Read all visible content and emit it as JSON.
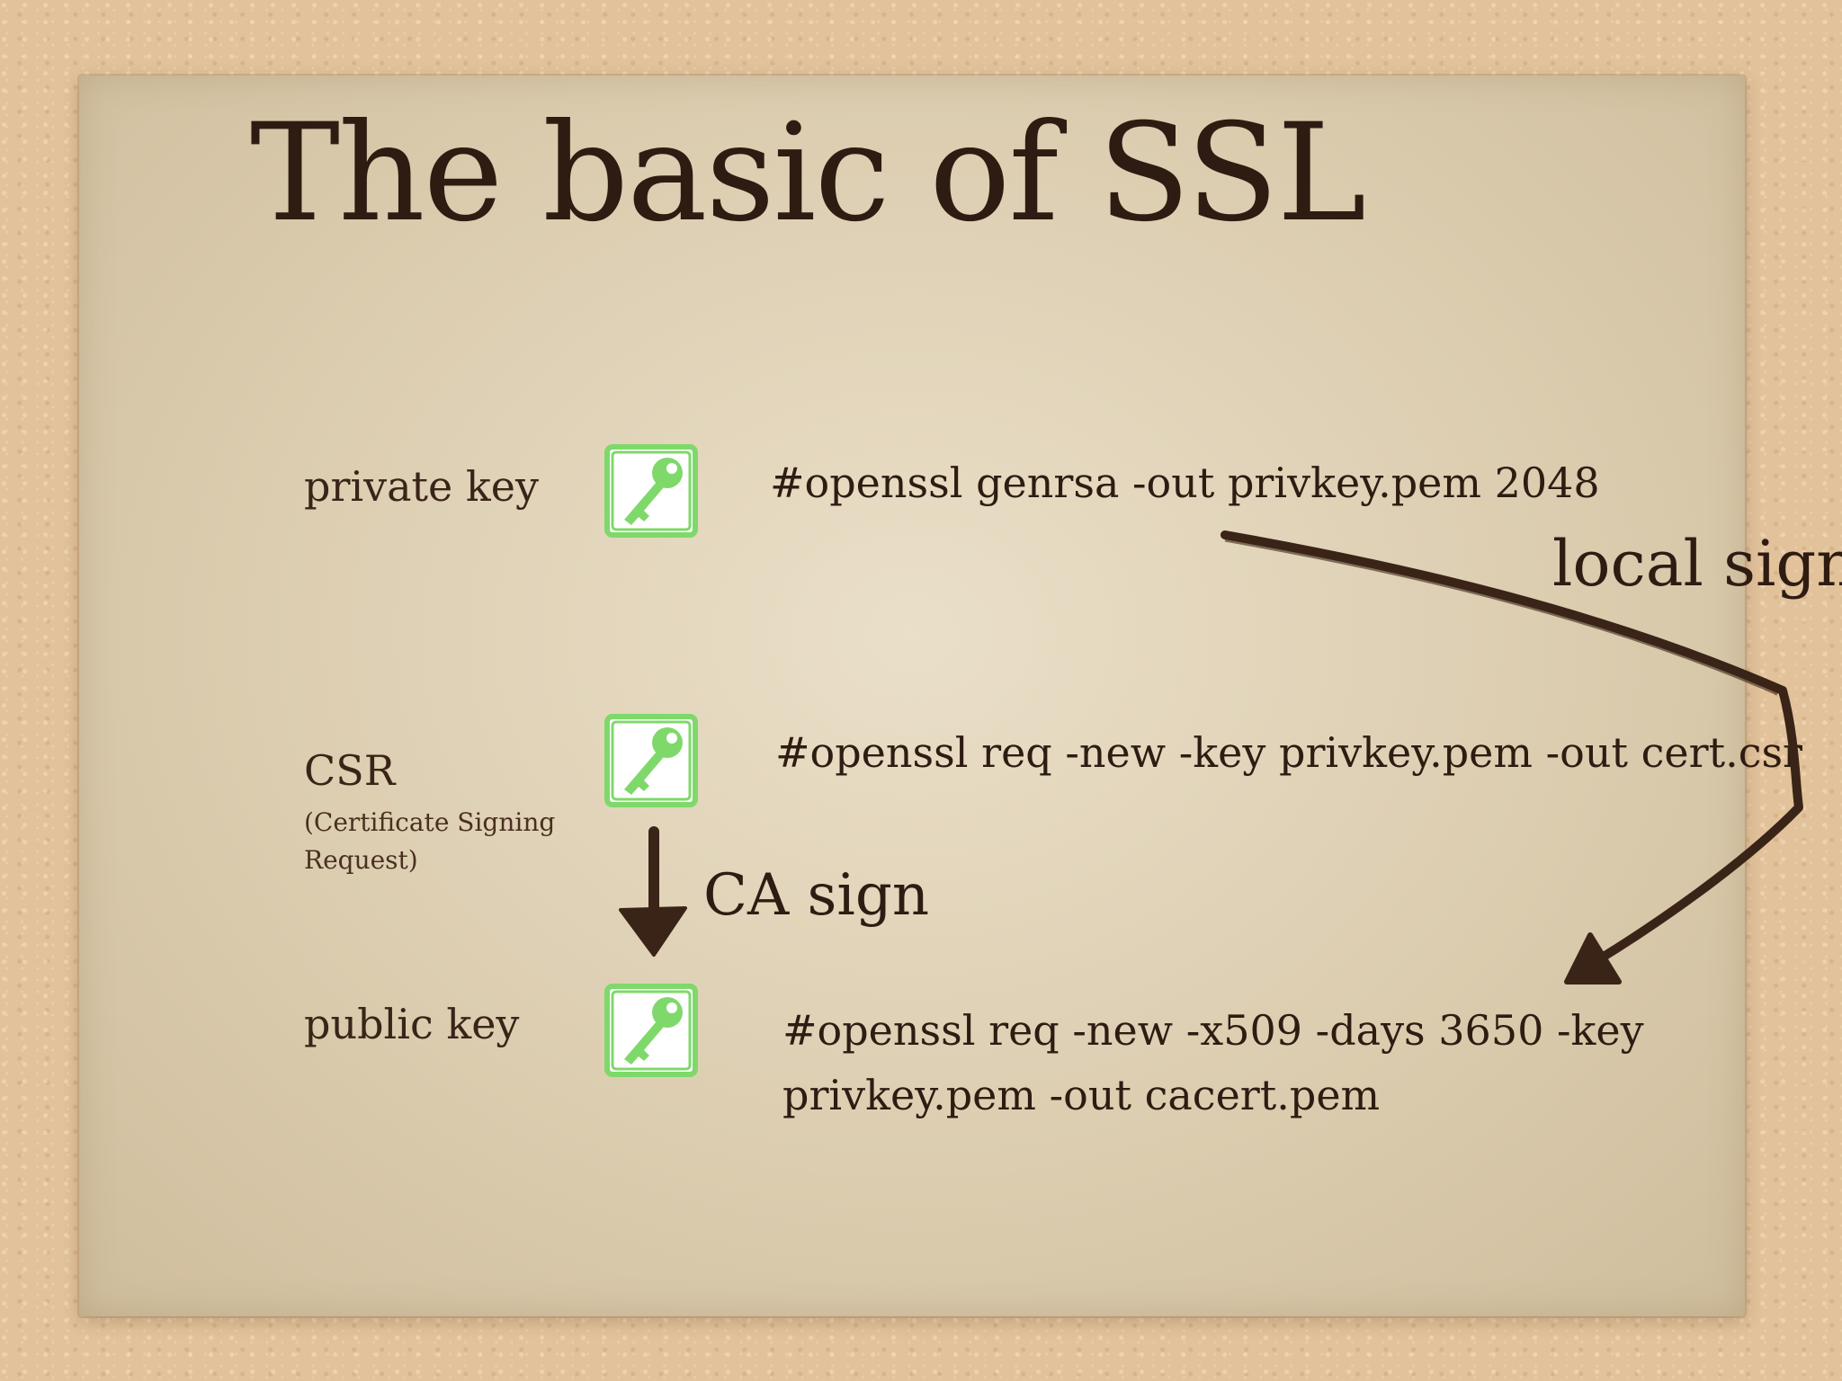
{
  "slide": {
    "title": "The basic of SSL"
  },
  "rows": [
    {
      "label": "private key",
      "icon": "key-icon",
      "command": "#openssl genrsa -out privkey.pem 2048"
    },
    {
      "label": "CSR",
      "sublabel": "(Certificate Signing Request)",
      "icon": "key-icon",
      "command": "#openssl req -new -key privkey.pem -out cert.csr"
    },
    {
      "label": "public key",
      "icon": "key-icon",
      "command": "#openssl req -new -x509 -days 3650 -key privkey.pem -out cacert.pem"
    }
  ],
  "annotations": {
    "ca_sign": "CA sign",
    "local_sign": "local sign"
  },
  "colors": {
    "icon_green": "#7ed96a",
    "ink": "#2e1c12"
  }
}
